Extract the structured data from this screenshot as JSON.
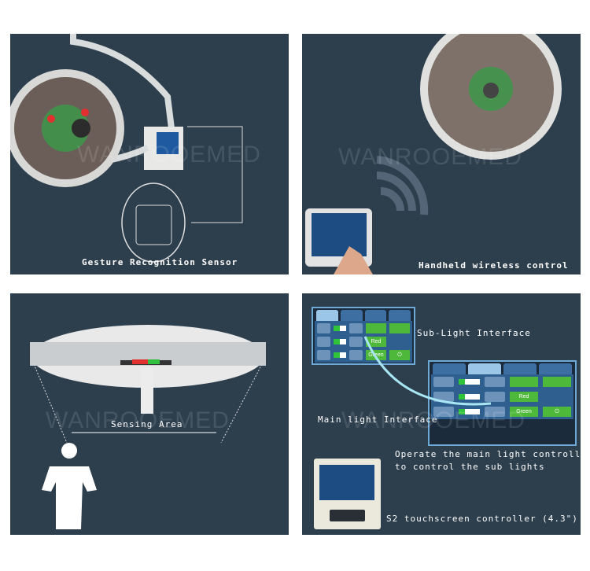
{
  "watermark": "WANROOEMED",
  "panels": [
    {
      "caption": "Gesture Recognition Sensor"
    },
    {
      "caption": "Handheld wireless control"
    },
    {
      "caption": "Sensing Area"
    },
    {
      "sub_light_label": "Sub-Light Interface",
      "main_light_label": "Main light Interface",
      "operate_label_1": "Operate the main light controller",
      "operate_label_2": "to control the sub lights",
      "controller_label": "S2 touchscreen controller (4.3\")",
      "red_label": "Red",
      "green_label": "Green"
    }
  ],
  "colors": {
    "background": "#2d3e4d",
    "accent_green": "#4db83a",
    "accent_blue": "#6fa9d6"
  }
}
